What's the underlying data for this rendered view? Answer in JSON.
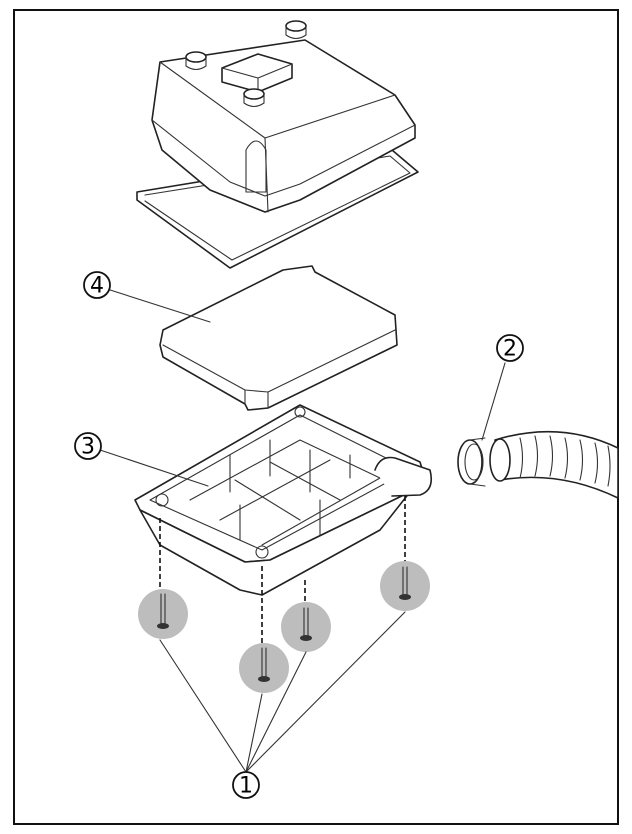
{
  "callouts": [
    {
      "id": "screws",
      "number": "1"
    },
    {
      "id": "hose-clamp",
      "number": "2"
    },
    {
      "id": "filter-housing",
      "number": "3"
    },
    {
      "id": "filter-element",
      "number": "4"
    }
  ],
  "colors": {
    "outline": "#222222",
    "screw_highlight": "#bdbdbd",
    "background": "#ffffff"
  }
}
